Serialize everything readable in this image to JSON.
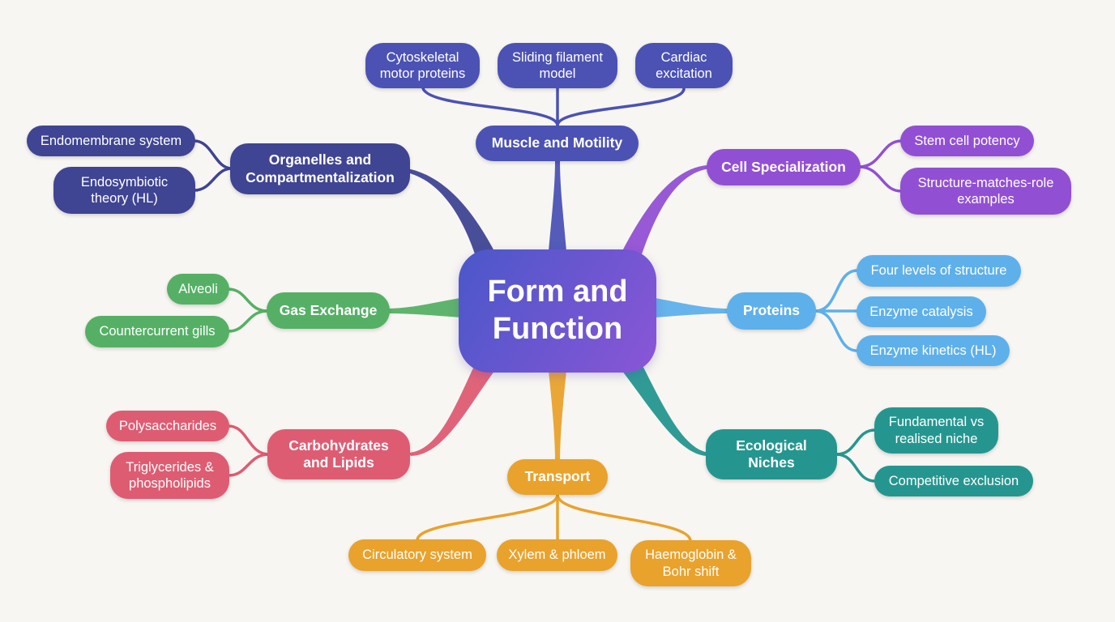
{
  "center": {
    "label": "Form and\nFunction",
    "color_start": "#4a57c9",
    "color_end": "#8a56d6"
  },
  "branches": [
    {
      "label": "Muscle and Motility",
      "color": "#4b52b4",
      "children": [
        {
          "label": "Cytoskeletal\nmotor proteins"
        },
        {
          "label": "Sliding filament\nmodel"
        },
        {
          "label": "Cardiac\nexcitation"
        }
      ]
    },
    {
      "label": "Organelles and\nCompartmentalization",
      "color": "#3f4493",
      "children": [
        {
          "label": "Endomembrane system"
        },
        {
          "label": "Endosymbiotic\ntheory (HL)"
        }
      ]
    },
    {
      "label": "Cell Specialization",
      "color": "#9150d4",
      "children": [
        {
          "label": "Stem cell potency"
        },
        {
          "label": "Structure-matches-role\nexamples"
        }
      ]
    },
    {
      "label": "Proteins",
      "color": "#5eb0ea",
      "children": [
        {
          "label": "Four levels of structure"
        },
        {
          "label": "Enzyme catalysis"
        },
        {
          "label": "Enzyme kinetics (HL)"
        }
      ]
    },
    {
      "label": "Gas Exchange",
      "color": "#55b065",
      "children": [
        {
          "label": "Alveoli"
        },
        {
          "label": "Countercurrent gills"
        }
      ]
    },
    {
      "label": "Ecological\nNiches",
      "color": "#25968f",
      "children": [
        {
          "label": "Fundamental vs\nrealised niche"
        },
        {
          "label": "Competitive exclusion"
        }
      ]
    },
    {
      "label": "Carbohydrates\nand Lipids",
      "color": "#de5c72",
      "children": [
        {
          "label": "Polysaccharides"
        },
        {
          "label": "Triglycerides &\nphospholipids"
        }
      ]
    },
    {
      "label": "Transport",
      "color": "#e9a22c",
      "children": [
        {
          "label": "Circulatory system"
        },
        {
          "label": "Xylem & phloem"
        },
        {
          "label": "Haemoglobin &\nBohr shift"
        }
      ]
    }
  ]
}
